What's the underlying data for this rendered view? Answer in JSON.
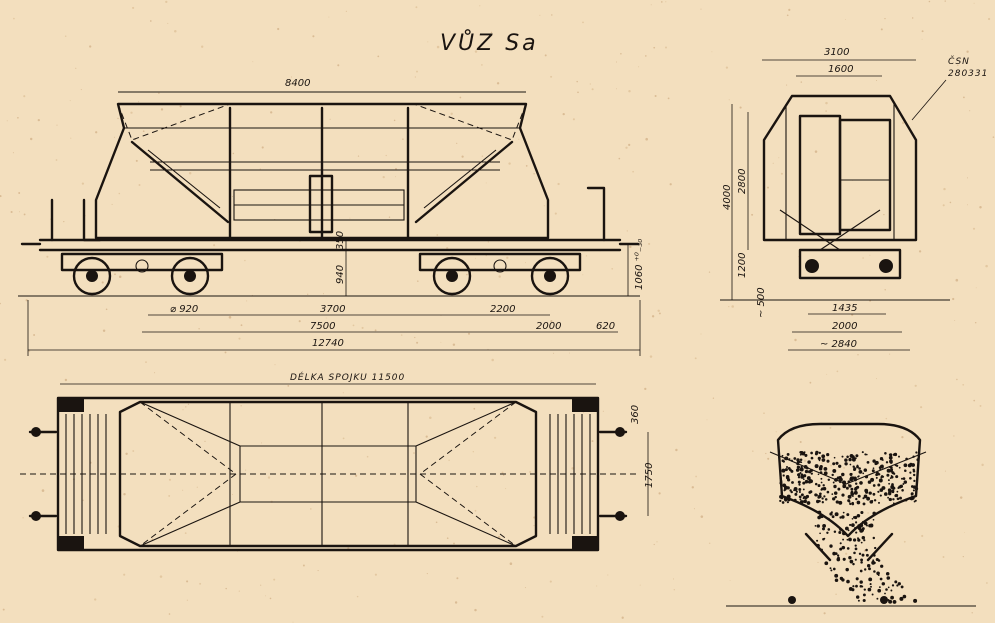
{
  "title": "VŮZ Sa",
  "side_view": {
    "length_top": "8400",
    "d_axle_gap": "3700",
    "d_wheel": "⌀ 920",
    "d_bogie": "2200",
    "d_bogie_centres": "7500",
    "d_overall": "12740",
    "d_2000": "2000",
    "d_620": "620",
    "d_940": "940",
    "d_350": "350",
    "d_1060": "1060 ⁺⁰₋₃₀"
  },
  "end_view": {
    "w_3100": "3100",
    "w_1600": "1600",
    "h_4000": "4000",
    "h_2800": "2800",
    "h_1200": "1200",
    "h_500": "~ 500",
    "w_1435": "1435",
    "w_2000": "2000",
    "w_2840": "~ 2840",
    "note_1": "ČSN",
    "note_2": "280331"
  },
  "plan_view": {
    "label": "DÉLKA SPOJKU  11500",
    "d_1750": "1750",
    "d_360": "360"
  }
}
